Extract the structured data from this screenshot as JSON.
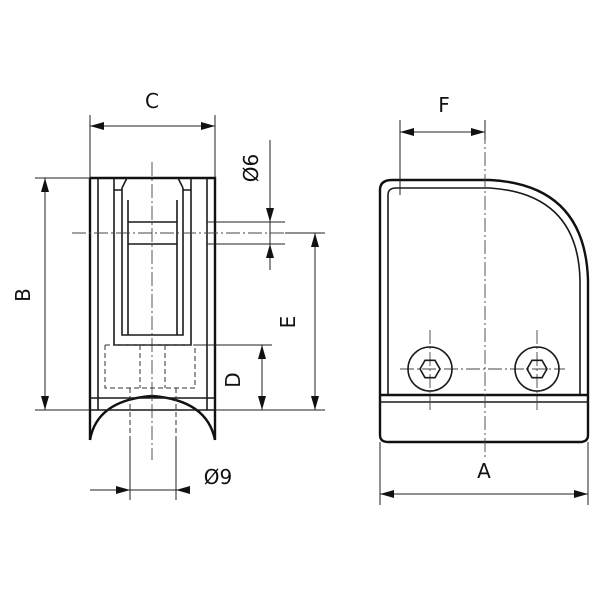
{
  "drawing": {
    "dimension_labels": {
      "A": "A",
      "B": "B",
      "C": "C",
      "D": "D",
      "E": "E",
      "F": "F",
      "dia6": "Ø6",
      "dia9": "Ø9"
    }
  },
  "colors": {
    "line": "#1a1a1a",
    "background": "#ffffff"
  }
}
